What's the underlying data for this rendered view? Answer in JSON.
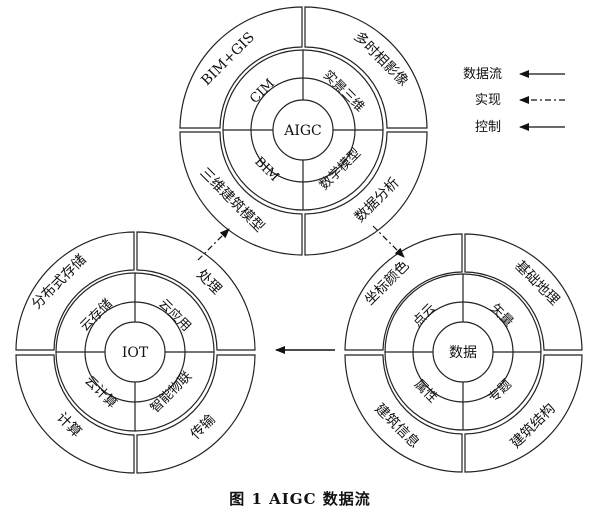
{
  "caption": "图 1 AIGC 数据流",
  "legend": [
    {
      "label": "数据流",
      "style": "solid"
    },
    {
      "label": "实现",
      "style": "dashdot"
    },
    {
      "label": "控制",
      "style": "solid"
    }
  ],
  "wheels": {
    "aigc": {
      "core": "AIGC",
      "inner": [
        "CIM",
        "实景三维",
        "数学模型",
        "BIM"
      ],
      "outer": [
        "BIM+GIS",
        "多时相影像",
        "数据分析",
        "三维建筑模型"
      ]
    },
    "iot": {
      "core": "IOT",
      "inner": [
        "云存储",
        "云应用",
        "智能物联",
        "云计算"
      ],
      "outer": [
        "分布式存储",
        "处理",
        "传输",
        "计算"
      ]
    },
    "data": {
      "core": "数据",
      "inner": [
        "点云",
        "矢量",
        "专题",
        "属性"
      ],
      "outer": [
        "坐标颜色",
        "基础地理",
        "建筑结构",
        "建筑信息"
      ]
    }
  }
}
